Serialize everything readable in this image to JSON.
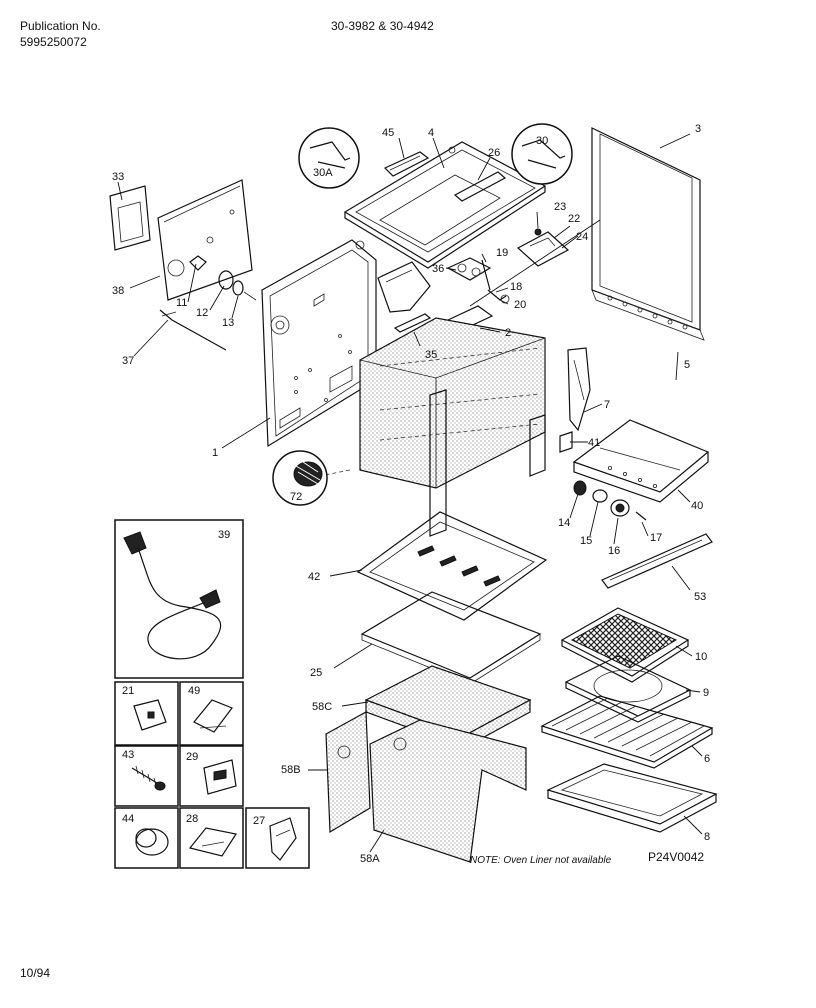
{
  "header": {
    "publication_label": "Publication No.",
    "publication_number": "5995250072",
    "model_numbers": "30-3982 & 30-4942"
  },
  "footer": {
    "date": "10/94",
    "diagram_code": "P24V0042",
    "note": "NOTE: Oven Liner not available"
  },
  "callouts": {
    "c1": "1",
    "c2": "2",
    "c3": "3",
    "c4": "4",
    "c5": "5",
    "c6": "6",
    "c7": "7",
    "c8": "8",
    "c9": "9",
    "c10": "10",
    "c11": "11",
    "c12": "12",
    "c13": "13",
    "c14": "14",
    "c15": "15",
    "c16": "16",
    "c17": "17",
    "c18": "18",
    "c19": "19",
    "c20": "20",
    "c21": "21",
    "c22": "22",
    "c23": "23",
    "c24": "24",
    "c25": "25",
    "c26": "26",
    "c27": "27",
    "c28": "28",
    "c29": "29",
    "c30": "30",
    "c30a": "30A",
    "c33": "33",
    "c35": "35",
    "c36": "36",
    "c37": "37",
    "c38": "38",
    "c39": "39",
    "c40": "40",
    "c41": "41",
    "c42": "42",
    "c43": "43",
    "c44": "44",
    "c45": "45",
    "c49": "49",
    "c53": "53",
    "c58a": "58A",
    "c58b": "58B",
    "c58c": "58C",
    "c72": "72"
  }
}
